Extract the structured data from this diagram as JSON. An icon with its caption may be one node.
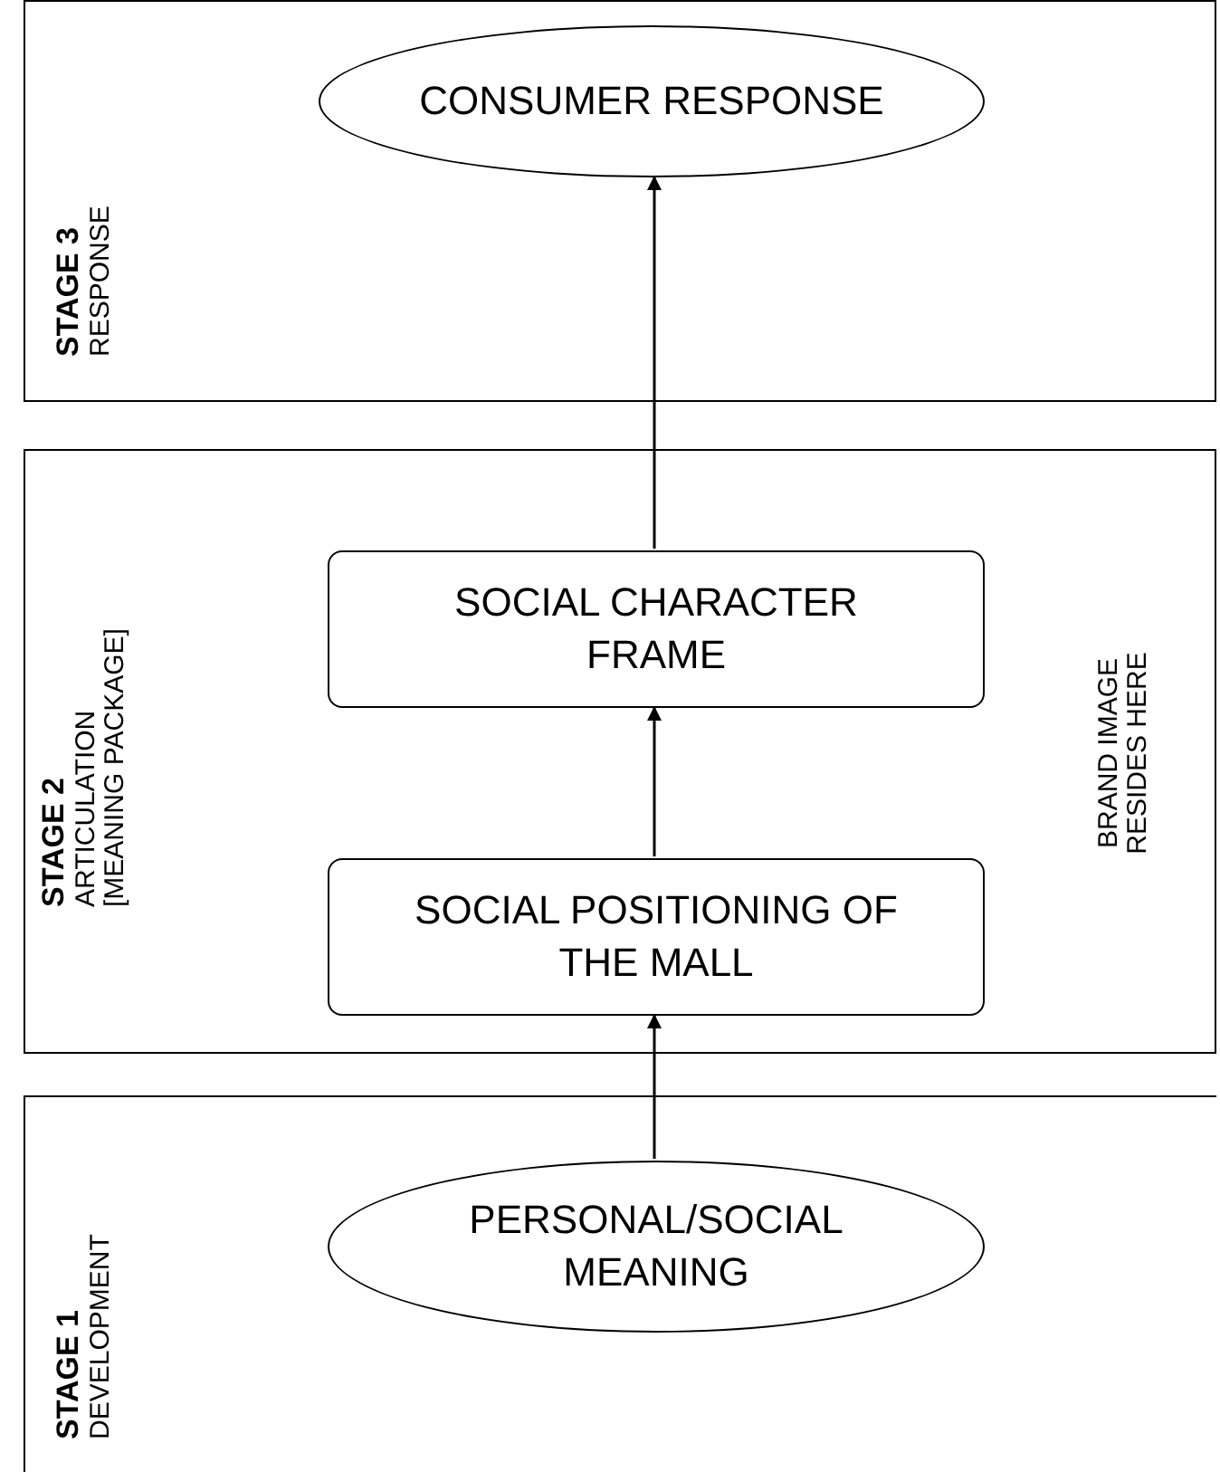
{
  "diagram": {
    "nodes": [
      {
        "text": [
          "STAGE 3",
          "RESPONSE"
        ]
      },
      {
        "text": [
          "CONSUMER RESPONSE"
        ],
        "in": 0
      },
      {
        "text": [
          "STAGE 2",
          "ARTICULATION [MEANING PACKAGE]",
          "BRAND IMAGE RESIDES HERE"
        ]
      },
      {
        "text": [
          "SOCIAL CHARACTER FRAME"
        ],
        "in": 2
      },
      {
        "text": [
          "SOCIAL POSITIONING OF THE MALL"
        ],
        "in": 2
      },
      {
        "text": [
          "STAGE 1",
          "DEVELOPMENT"
        ]
      },
      {
        "text": [
          "PERSONAL/SOCIAL MEANING"
        ],
        "in": 5
      }
    ],
    "edges": [
      {
        "from": 6,
        "to": 4,
        "arrow": "to"
      },
      {
        "from": 4,
        "to": 3,
        "arrow": "to"
      },
      {
        "from": 3,
        "to": 1,
        "arrow": "to"
      }
    ]
  }
}
